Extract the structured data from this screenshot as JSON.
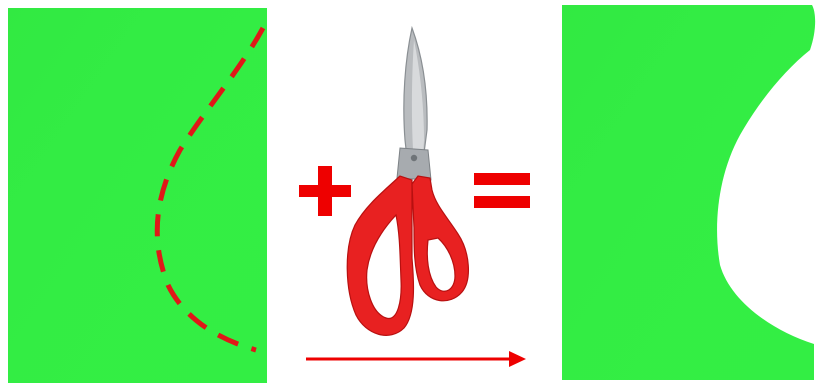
{
  "colors": {
    "background": "#ffffff",
    "paper_green": "#33ee44",
    "paper_green_shade": "#2fe03f",
    "symbol_red": "#ee0000",
    "cut_line_red": "#e01818",
    "scissors_handle_red": "#e82121",
    "scissors_blade_grey": "#b5b8bb",
    "scissors_blade_dark": "#7d8286"
  },
  "icons": {
    "plus": "plus-sign",
    "equals": "equals-sign",
    "tool": "scissors-icon",
    "arrow": "right-arrow"
  }
}
